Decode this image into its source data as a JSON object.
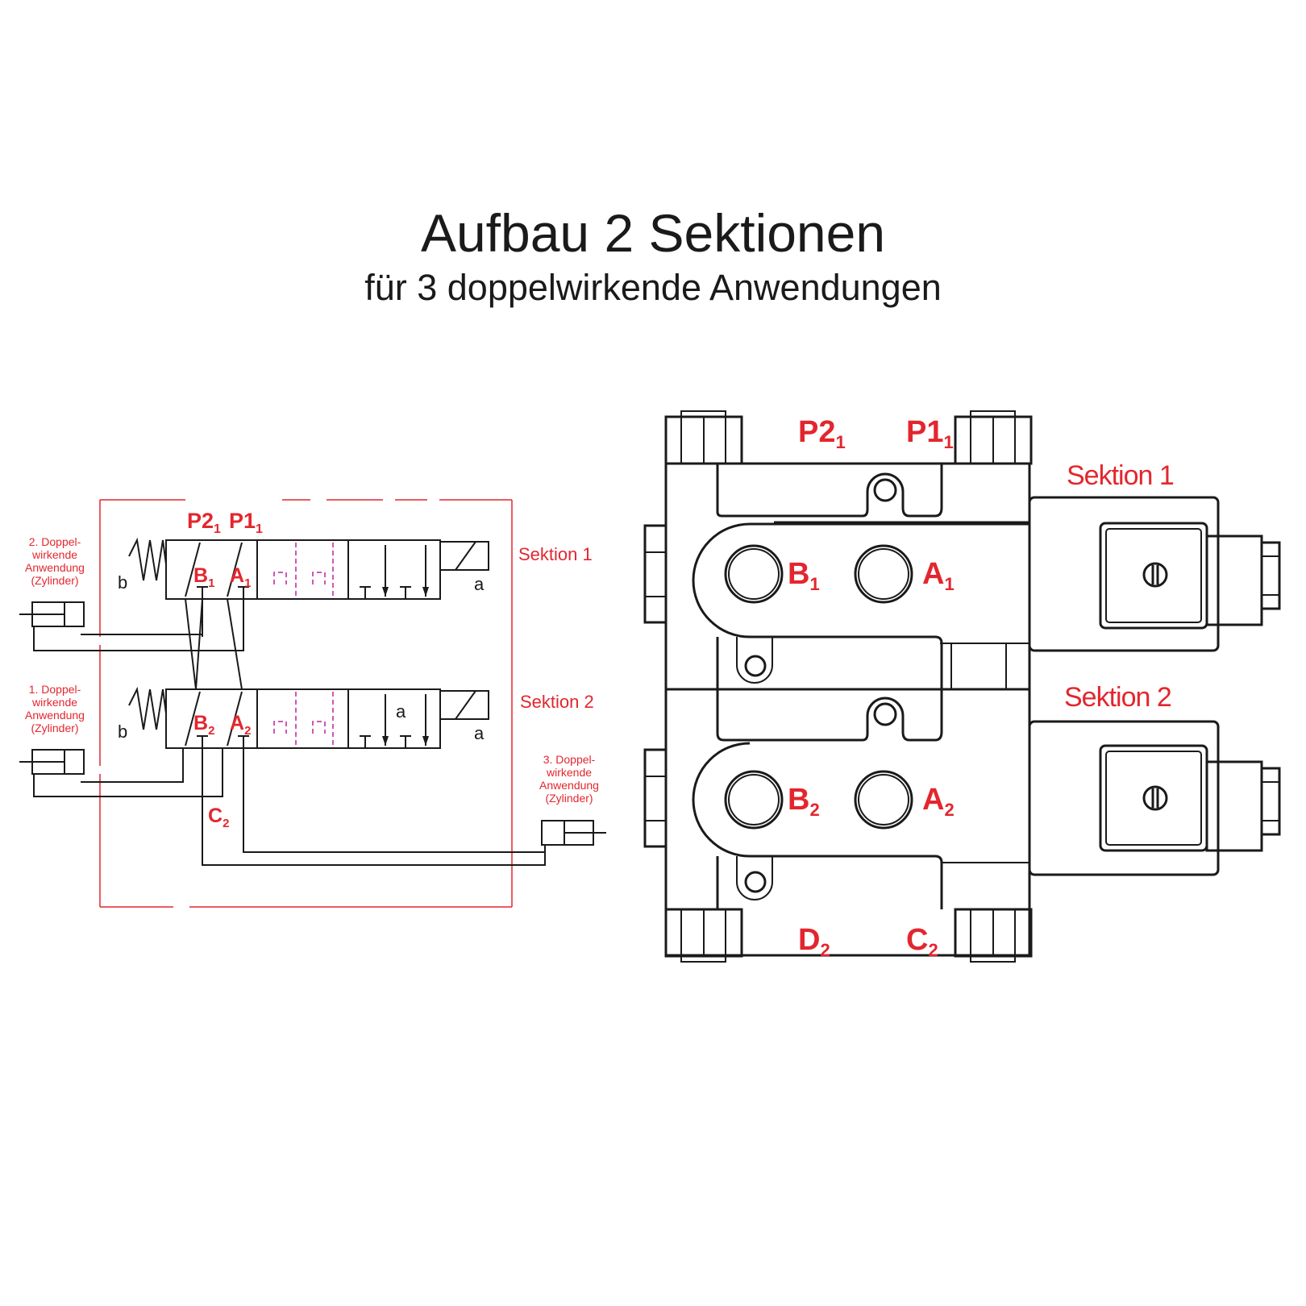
{
  "header": {
    "title": "Aufbau 2 Sektionen",
    "subtitle": "für 3 doppelwirkende Anwendungen"
  },
  "schematic": {
    "ports_top": {
      "p2": "P2",
      "p2_sub": "1",
      "p1": "P1",
      "p1_sub": "1"
    },
    "section1": {
      "label": "Sektion 1",
      "b": "B",
      "b_sub": "1",
      "a": "A",
      "a_sub": "1",
      "left": "b",
      "right": "a"
    },
    "section2": {
      "label": "Sektion 2",
      "b": "B",
      "b_sub": "2",
      "a": "A",
      "a_sub": "2",
      "left": "b",
      "right": "a",
      "mid": "a"
    },
    "c_port": {
      "c": "C",
      "c_sub": "2"
    },
    "app2": [
      "2. Doppel-",
      "wirkende",
      "Anwendung",
      "(Zylinder)"
    ],
    "app1": [
      "1. Doppel-",
      "wirkende",
      "Anwendung",
      "(Zylinder)"
    ],
    "app3": [
      "3. Doppel-",
      "wirkende",
      "Anwendung",
      "(Zylinder)"
    ]
  },
  "valve_view": {
    "top_ports": {
      "p2": "P2",
      "p2_sub": "1",
      "p1": "P1",
      "p1_sub": "1"
    },
    "section1": {
      "label": "Sektion 1",
      "b": "B",
      "b_sub": "1",
      "a": "A",
      "a_sub": "1"
    },
    "section2": {
      "label": "Sektion 2",
      "b": "B",
      "b_sub": "2",
      "a": "A",
      "a_sub": "2"
    },
    "bottom_ports": {
      "d": "D",
      "d_sub": "2",
      "c": "C",
      "c_sub": "2"
    }
  },
  "colors": {
    "accent": "#e3262e",
    "line": "#1a1a1a",
    "dashed_inner": "#c0209a"
  }
}
